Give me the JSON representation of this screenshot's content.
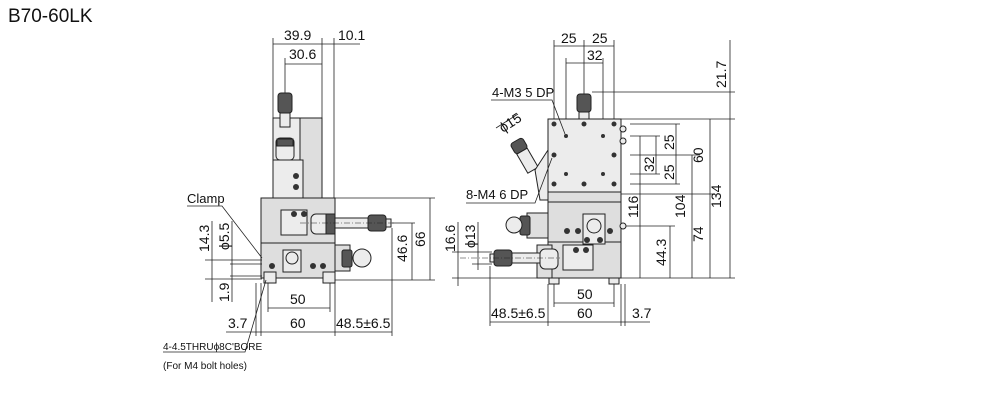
{
  "title": "B70-60LK",
  "left_view": {
    "dims": {
      "width_39_9": "39.9",
      "width_30_6": "30.6",
      "offset_10_1": "10.1",
      "height_46_6": "46.6",
      "height_66": "66",
      "height_14_3": "14.3",
      "dia_5_5": "ϕ5.5",
      "height_1_9": "1.9",
      "width_50": "50",
      "width_60": "60",
      "offset_3_7": "3.7",
      "travel": "48.5±6.5"
    },
    "labels": {
      "clamp": "Clamp",
      "bolt_hole_spec": "4-4.5THRUϕ8C'BORE",
      "bolt_hole_note": "(For M4 bolt holes)"
    }
  },
  "right_view": {
    "dims": {
      "top_25_a": "25",
      "top_25_b": "25",
      "top_32": "32",
      "height_21_7": "21.7",
      "side_25_a": "25",
      "side_25_b": "25",
      "side_32": "32",
      "side_60": "60",
      "height_116": "116",
      "height_104": "104",
      "height_74": "74",
      "height_134": "134",
      "height_44_3": "44.3",
      "height_16_6": "16.6",
      "dia_13": "ϕ13",
      "dia_15": "ϕ15",
      "width_50": "50",
      "width_60": "60",
      "travel": "48.5±6.5",
      "offset_3_7": "3.7"
    },
    "labels": {
      "m3_holes": "4-M3 5 DP",
      "m4_holes": "8-M4 6 DP"
    }
  }
}
